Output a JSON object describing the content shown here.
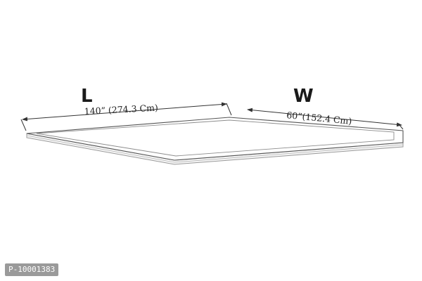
{
  "diagram": {
    "length_letter": "L",
    "width_letter": "W",
    "length_dimension": "140” (274.3 Cm)",
    "width_dimension": "60”(152.4 Cm)"
  },
  "product_code": "P-10001383",
  "colors": {
    "line": "#333333",
    "board_edge": "#b8b8b8",
    "code_badge": "#9a9a9a"
  }
}
